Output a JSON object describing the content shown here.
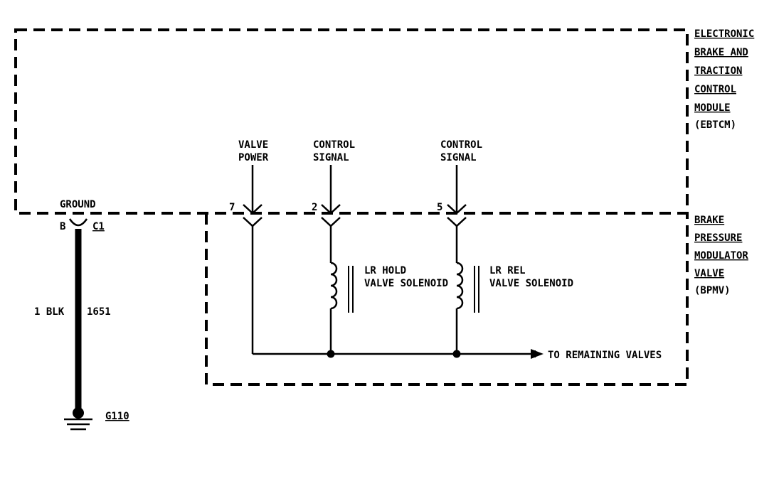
{
  "modules": {
    "ebtcm": [
      "ELECTRONIC",
      "BRAKE AND",
      "TRACTION",
      "CONTROL",
      "MODULE",
      "(EBTCM)"
    ],
    "bpmv": [
      "BRAKE",
      "PRESSURE",
      "MODULATOR",
      "VALVE",
      "(BPMV)"
    ]
  },
  "ground_label": "GROUND",
  "connector": {
    "pin": "B",
    "name": "C1"
  },
  "wire": {
    "color": "1 BLK",
    "circuit": "1651"
  },
  "ground_point": "G110",
  "pins": [
    {
      "label_lines": [
        "VALVE",
        "POWER"
      ],
      "number": "7"
    },
    {
      "label_lines": [
        "CONTROL",
        "SIGNAL"
      ],
      "number": "2"
    },
    {
      "label_lines": [
        "CONTROL",
        "SIGNAL"
      ],
      "number": "5"
    }
  ],
  "solenoids": [
    {
      "lines": [
        "LR HOLD",
        "VALVE SOLENOID"
      ]
    },
    {
      "lines": [
        "LR REL",
        "VALVE SOLENOID"
      ]
    }
  ],
  "remaining_label": "TO REMAINING VALVES"
}
